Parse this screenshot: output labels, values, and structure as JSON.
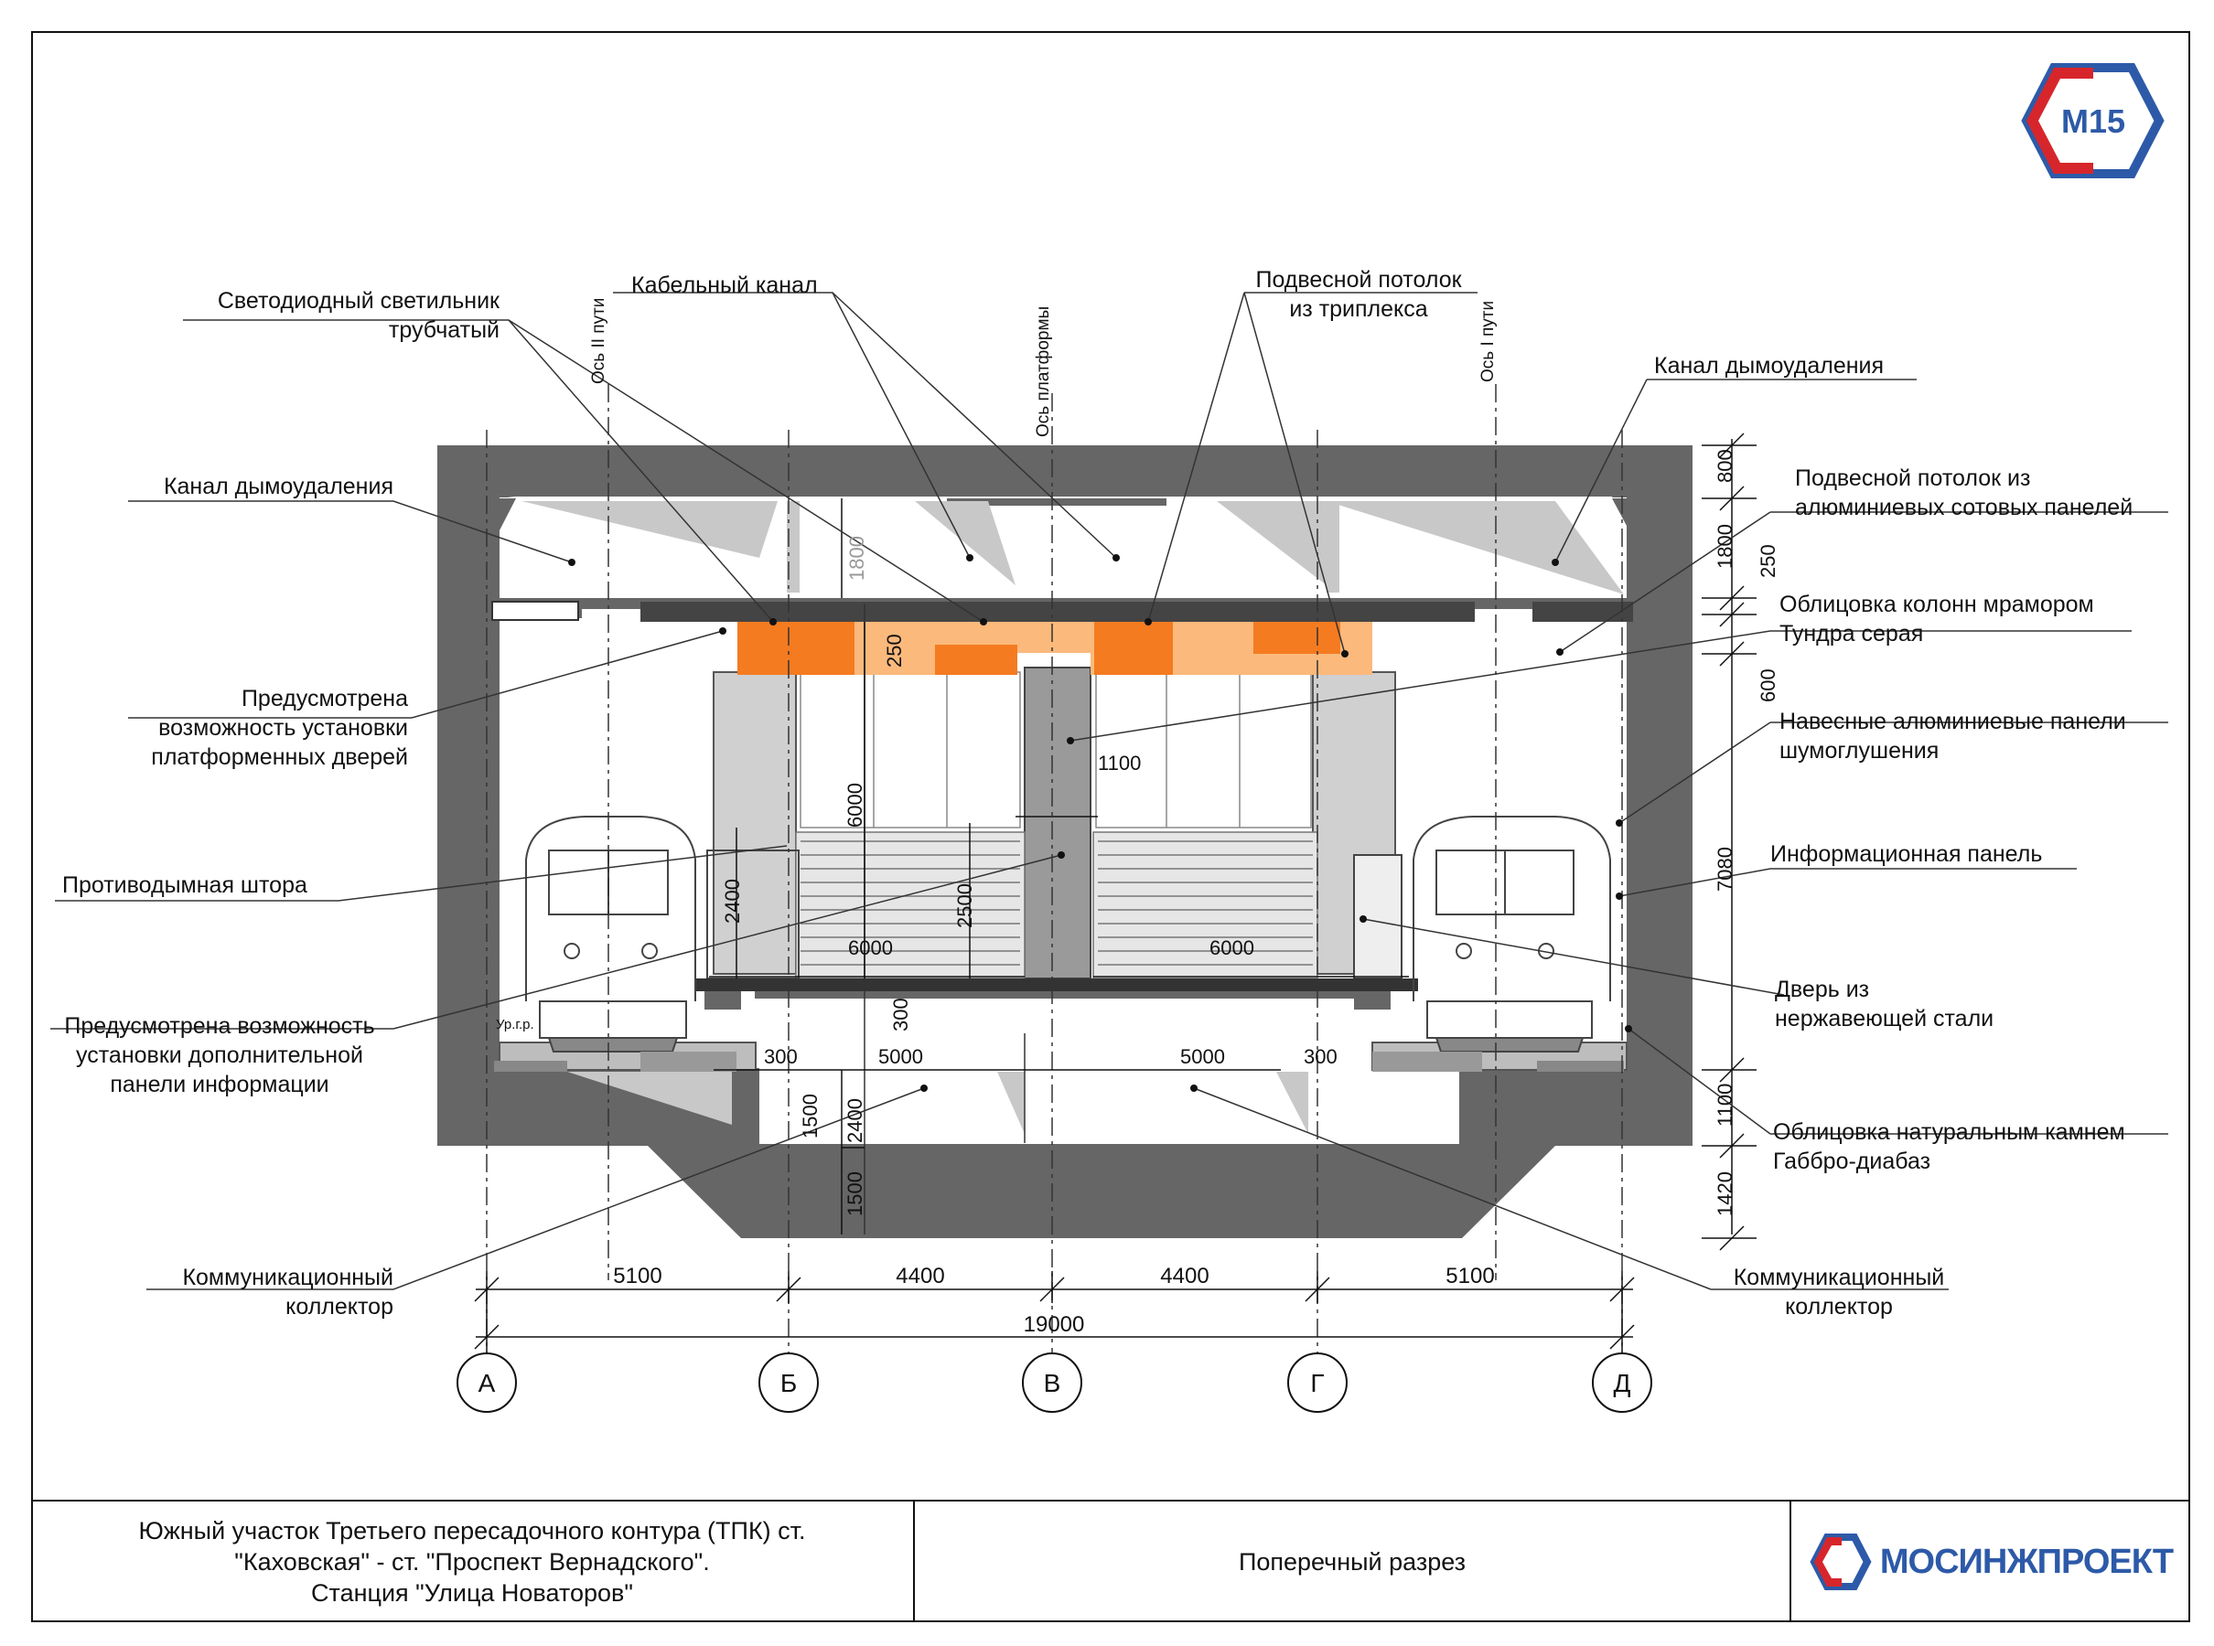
{
  "title_block": {
    "project": "Южный участок Третьего пересадочного контура (ТПК) ст.\n\"Каховская\" - ст. \"Проспект Вернадского\".\nСтанция  \"Улица Новаторов\"",
    "drawing": "Поперечный разрез",
    "company": "МОСИНЖПРОЕКТ"
  },
  "logo": {
    "mark": "М15",
    "accent": "#d7262b",
    "blue": "#2d5aa8"
  },
  "colors": {
    "concrete": "#666666",
    "orange": "#f47b20",
    "orange_light": "#fbb97c",
    "shade": "#c8c8c8"
  },
  "axes": {
    "labels": [
      "А",
      "Б",
      "В",
      "Г",
      "Д"
    ],
    "vertical": [
      "Ось II пути",
      "Ось платформы",
      "Ось I пути"
    ]
  },
  "dimensions": {
    "bottom_chain": [
      "5100",
      "4400",
      "4400",
      "5100"
    ],
    "total": "19000",
    "right_chain": [
      "800",
      "1800",
      "250",
      "600",
      "7080",
      "1100",
      "1420"
    ],
    "inner": [
      "1800",
      "250",
      "6000",
      "2400",
      "2500",
      "1100",
      "6000",
      "6000",
      "300",
      "300",
      "5000",
      "5000",
      "300",
      "2400",
      "1500",
      "1500"
    ],
    "small_label": "Ур.г.р."
  },
  "callouts": {
    "led": "Светодиодный светильник\nтрубчатый",
    "cable": "Кабельный канал",
    "ceiling_triplex": "Подвесной потолок\nиз триплекса",
    "smoke_right": "Канал  дымоудаления",
    "smoke_left": "Канал  дымоудаления",
    "ceiling_al": "Подвесной потолок из\nалюминиевых сотовых панелей",
    "marble": "Облицовка колонн мрамором\nТундра серая",
    "doors_possible": "Предусмотрена\nвозможность установки\nплатформенных дверей",
    "noise_panels": "Навесные алюминиевые панели\nшумоглушения",
    "smoke_curtain": "Противодымная штора",
    "info_panel": "Информационная панель",
    "steel_door": "Дверь из\nнержавеющей стали",
    "extra_panel": "Предусмотрена возможность\nустановки дополнительной\nпанели информации",
    "gabbro": "Облицовка натуральным камнем\nГаббро-диабаз",
    "collector_left": "Коммуникационный\nколлектор",
    "collector_right": "Коммуникационный\nколлектор"
  }
}
